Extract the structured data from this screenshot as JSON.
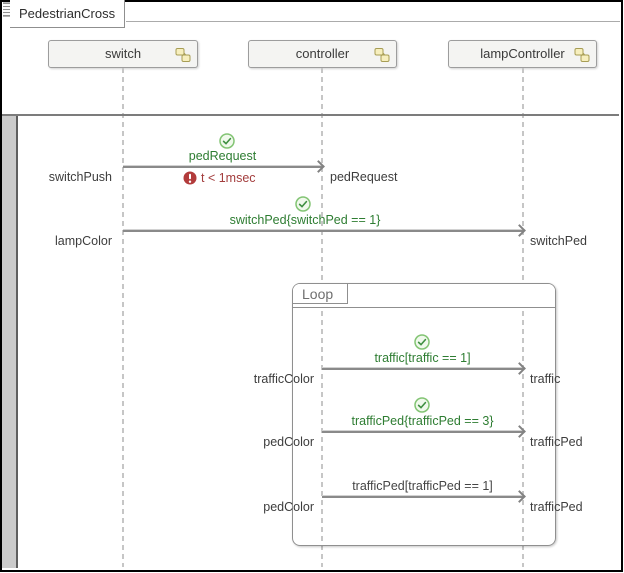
{
  "window": {
    "tab_title": "PedestrianCross"
  },
  "lifelines": [
    {
      "label": "switch"
    },
    {
      "label": "controller"
    },
    {
      "label": "lampController"
    }
  ],
  "fragment": {
    "label": "Loop"
  },
  "messages": [
    {
      "label": "pedRequest",
      "source_signal": "switchPush",
      "dest_signal": "pedRequest",
      "verified": true,
      "constraint": "t < 1msec"
    },
    {
      "label": "switchPed{switchPed == 1}",
      "source_signal": "lampColor",
      "dest_signal": "switchPed",
      "verified": true
    },
    {
      "label": "traffic[traffic == 1]",
      "source_signal": "trafficColor",
      "dest_signal": "traffic",
      "verified": true
    },
    {
      "label": "trafficPed{trafficPed == 3}",
      "source_signal": "pedColor",
      "dest_signal": "trafficPed",
      "verified": true
    },
    {
      "label": "trafficPed[trafficPed == 1]",
      "source_signal": "pedColor",
      "dest_signal": "trafficPed",
      "verified": false
    }
  ],
  "icons": {
    "verified": "check-circle-icon",
    "timing_violation": "error-circle-icon",
    "lifeline_badge": "linked-blocks-icon"
  },
  "colors": {
    "pass_green": "#2e7d32",
    "violation_red": "#a33d3d",
    "arrow_gray": "#8a8a8a",
    "label_gray": "#3d3d3d",
    "lifeline_dash": "#c6c6c6"
  }
}
